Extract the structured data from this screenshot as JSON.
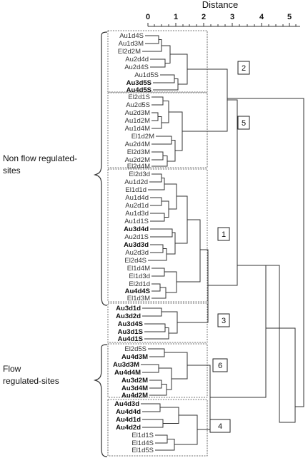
{
  "axis": {
    "title": "Distance",
    "ticks": [
      "0",
      "1",
      "2",
      "3",
      "4",
      "5"
    ]
  },
  "groups": {
    "non_flow": [
      "Non flow regulated-",
      "sites"
    ],
    "flow": [
      "Flow",
      "regulated-sites"
    ]
  },
  "clusters": [
    {
      "number": "2",
      "leaves": [
        "Au1d4S",
        "Au1d3M",
        "El2d2M",
        "Au2d4d",
        "Au2d4S",
        "Au1d5S",
        "Au3d5S",
        "Au4d5S"
      ]
    },
    {
      "number": "5",
      "leaves": [
        "El2d1S",
        "Au2d5S",
        "Au2d3M",
        "Au1d2M",
        "Au1d4M",
        "El1d2M",
        "Au2d4M",
        "El2d3M",
        "Au2d2M",
        "El2d4M"
      ]
    },
    {
      "number": "1",
      "leaves": [
        "El2d3d",
        "Au1d2d",
        "El1d1d",
        "Au1d4d",
        "Au2d1d",
        "Au1d3d",
        "Au1d1S",
        "Au3d4d",
        "Au2d1S",
        "Au3d3d",
        "Au2d3d",
        "El2d4S",
        "El1d4M",
        "El1d3d",
        "El2d1d",
        "Au4d4S",
        "El1d3M"
      ]
    },
    {
      "number": "3",
      "leaves": [
        "Au3d1d",
        "Au3d2d",
        "Au3d4S",
        "Au3d1S",
        "Au4d1S"
      ]
    },
    {
      "number": "6",
      "leaves": [
        "El2d5S",
        "Au4d3M",
        "Au3d3M",
        "Au4d4M",
        "Au3d2M",
        "Au3d4M",
        "Au4d2M"
      ]
    },
    {
      "number": "4",
      "leaves": [
        "Au4d3d",
        "Au4d4d",
        "Au4d1d",
        "Au4d2d",
        "El1d1S",
        "El1d4S",
        "El1d5S"
      ]
    }
  ]
}
